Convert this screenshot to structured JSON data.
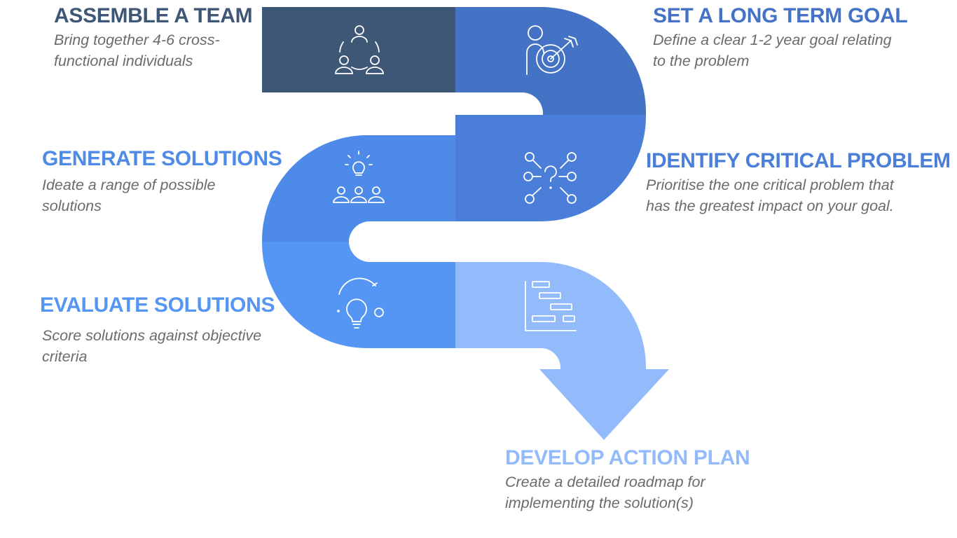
{
  "steps": [
    {
      "title": "ASSEMBLE A TEAM",
      "description": "Bring together 4-6 cross-\nfunctional individuals",
      "color": "#3f5777",
      "icon": "team-icon"
    },
    {
      "title": "SET A LONG TERM GOAL",
      "description": "Define a clear 1-2 year goal relating\nto the problem",
      "color": "#4472c4",
      "icon": "target-goal-icon"
    },
    {
      "title": "IDENTIFY CRITICAL PROBLEM",
      "description": "Prioritise the one critical problem that\nhas the greatest impact on your goal.",
      "color": "#4a7ed9",
      "icon": "problem-network-icon"
    },
    {
      "title": "GENERATE SOLUTIONS",
      "description": "Ideate a range of possible\nsolutions",
      "color": "#4e8ae8",
      "icon": "brainstorm-icon"
    },
    {
      "title": "EVALUATE SOLUTIONS",
      "description": "Score solutions against objective\ncriteria",
      "color": "#5596f5",
      "icon": "evaluate-idea-icon"
    },
    {
      "title": "DEVELOP ACTION PLAN",
      "description": "Create a detailed roadmap for\nimplementing the solution(s)",
      "color": "#93bbfc",
      "icon": "gantt-plan-icon"
    }
  ]
}
